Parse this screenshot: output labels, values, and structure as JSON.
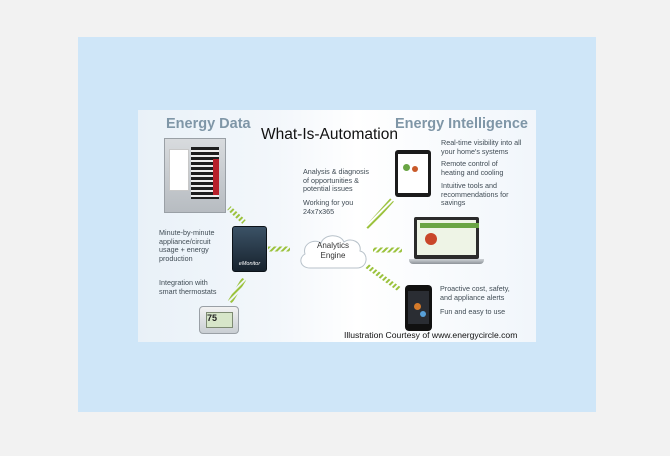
{
  "diagram": {
    "title": "What-Is-Automation",
    "left_header": "Energy Data",
    "right_header": "Energy Intelligence",
    "nodes": {
      "analytics_engine": "Analytics\nEngine",
      "emonitor_label": "eMonitor",
      "thermostat_reading": "75"
    },
    "left_notes": [
      "Minute-by-minute\nappliance/circuit\nusage + energy\nproduction",
      "Integration with\nsmart thermostats"
    ],
    "center_notes": [
      "Analysis & diagnosis\nof opportunities &\npotential issues",
      "Working for you\n24x7x365"
    ],
    "right_notes": [
      "Real-time visibility into all\nyour home's systems",
      "Remote control of\nheating and cooling",
      "Intuitive tools and\nrecommendations for\nsavings",
      "Proactive cost, safety,\nand appliance alerts",
      "Fun and easy to use"
    ],
    "credit": "Illustration Courtesy of www.energycircle.com"
  },
  "colors": {
    "background": "#f2f2f2",
    "frame": "#cfe6f8",
    "header": "#7f96a7",
    "arrow": "#9bc23c"
  },
  "icons": [
    "electrical-panel-icon",
    "emonitor-device-icon",
    "thermostat-icon",
    "cloud-icon",
    "tablet-icon",
    "laptop-icon",
    "smartphone-icon"
  ]
}
